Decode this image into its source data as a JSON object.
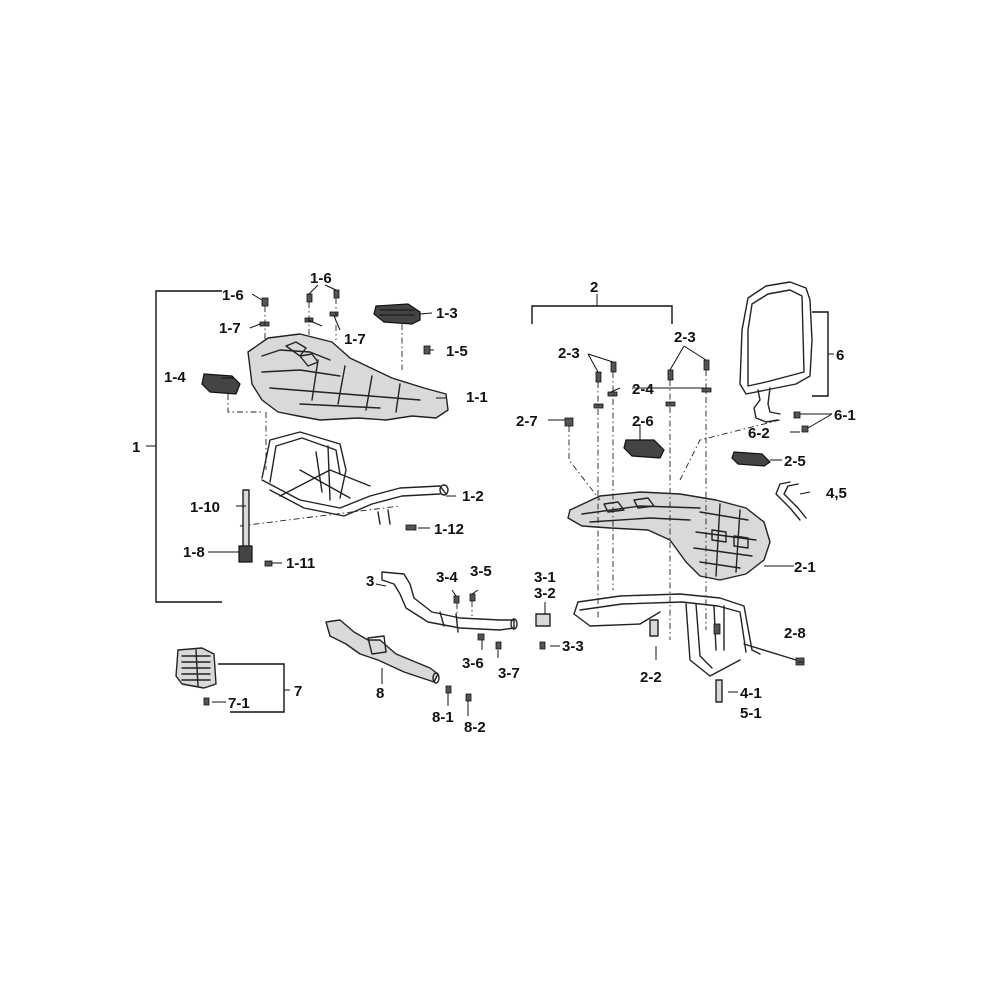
{
  "diagram": {
    "callouts": {
      "c1": "1",
      "c1_1": "1-1",
      "c1_2": "1-2",
      "c1_3": "1-3",
      "c1_4": "1-4",
      "c1_5": "1-5",
      "c1_6a": "1-6",
      "c1_6b": "1-6",
      "c1_7a": "1-7",
      "c1_7b": "1-7",
      "c1_8": "1-8",
      "c1_10": "1-10",
      "c1_11": "1-11",
      "c1_12": "1-12",
      "c2": "2",
      "c2_1": "2-1",
      "c2_2": "2-2",
      "c2_3a": "2-3",
      "c2_3b": "2-3",
      "c2_4": "2-4",
      "c2_5": "2-5",
      "c2_6": "2-6",
      "c2_7": "2-7",
      "c2_8": "2-8",
      "c3": "3",
      "c3_1": "3-1",
      "c3_2": "3-2",
      "c3_3": "3-3",
      "c3_4": "3-4",
      "c3_5": "3-5",
      "c3_6": "3-6",
      "c3_7": "3-7",
      "c4_5": "4,5",
      "c4_1": "4-1",
      "c5_1": "5-1",
      "c6": "6",
      "c6_1": "6-1",
      "c6_2": "6-2",
      "c7": "7",
      "c7_1": "7-1",
      "c8": "8",
      "c8_1": "8-1",
      "c8_2": "8-2"
    }
  }
}
